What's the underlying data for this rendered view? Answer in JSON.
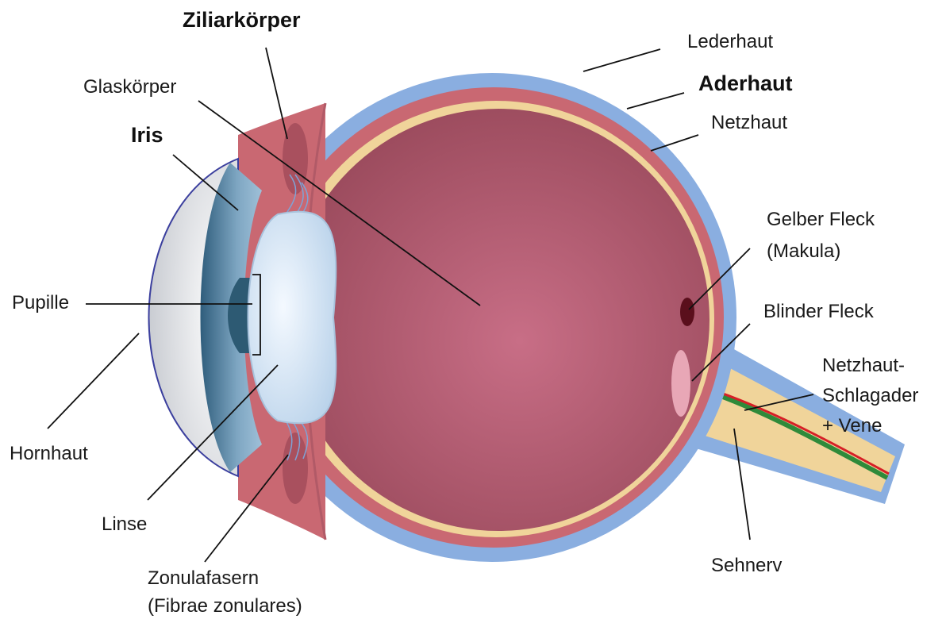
{
  "labels": {
    "ziliarkoerper": "Ziliarkörper",
    "lederhaut": "Lederhaut",
    "glaskoerper": "Glaskörper",
    "aderhaut": "Aderhaut",
    "netzhaut": "Netzhaut",
    "iris": "Iris",
    "gelber_fleck_1": "Gelber Fleck",
    "gelber_fleck_2": "(Makula)",
    "pupille": "Pupille",
    "blinder_fleck": "Blinder Fleck",
    "netzhaut_gefaesse_1": "Netzhaut-",
    "netzhaut_gefaesse_2": "Schlagader",
    "netzhaut_gefaesse_3": "+ Vene",
    "hornhaut": "Hornhaut",
    "linse": "Linse",
    "sehnerv": "Sehnerv",
    "zonulafasern_1": "Zonulafasern",
    "zonulafasern_2": "(Fibrae zonulares)"
  },
  "colors": {
    "sclera": "#8aaee0",
    "choroid": "#c96872",
    "retina": "#f0d49a",
    "vitreous": "#a24e64",
    "lens": "#dbe9f7",
    "iris": "#4f7fa0",
    "cornea": "#eef0f3",
    "macula": "#5a0f1c",
    "artery": "#d61f26",
    "vein": "#2f8a3a"
  }
}
